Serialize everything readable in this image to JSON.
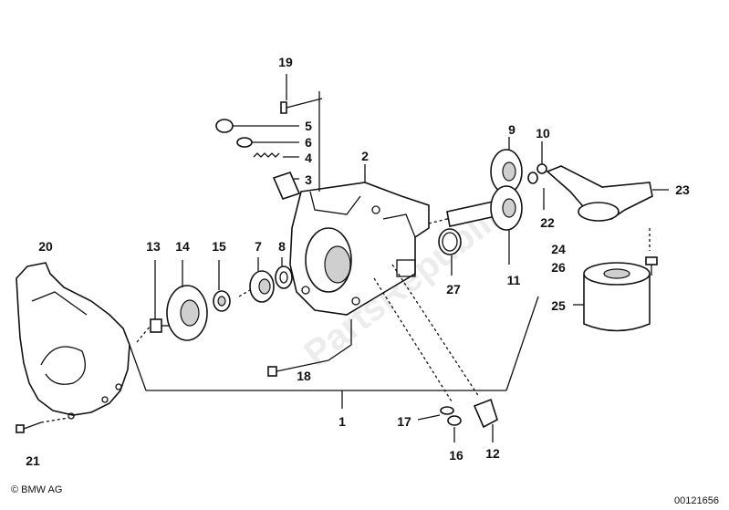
{
  "labels": {
    "p1": "1",
    "p2": "2",
    "p3": "3",
    "p4": "4",
    "p5": "5",
    "p6": "6",
    "p7": "7",
    "p8": "8",
    "p9": "9",
    "p10": "10",
    "p11": "11",
    "p12": "12",
    "p13": "13",
    "p14": "14",
    "p15": "15",
    "p16": "16",
    "p17": "17",
    "p18": "18",
    "p19": "19",
    "p20": "20",
    "p21": "21",
    "p22": "22",
    "p23": "23",
    "p24": "24",
    "p25": "25",
    "p26": "26",
    "p27": "27"
  },
  "footer": {
    "copyright": "© BMW AG",
    "drawing_number": "00121656"
  },
  "watermark": "PartsRepublik"
}
